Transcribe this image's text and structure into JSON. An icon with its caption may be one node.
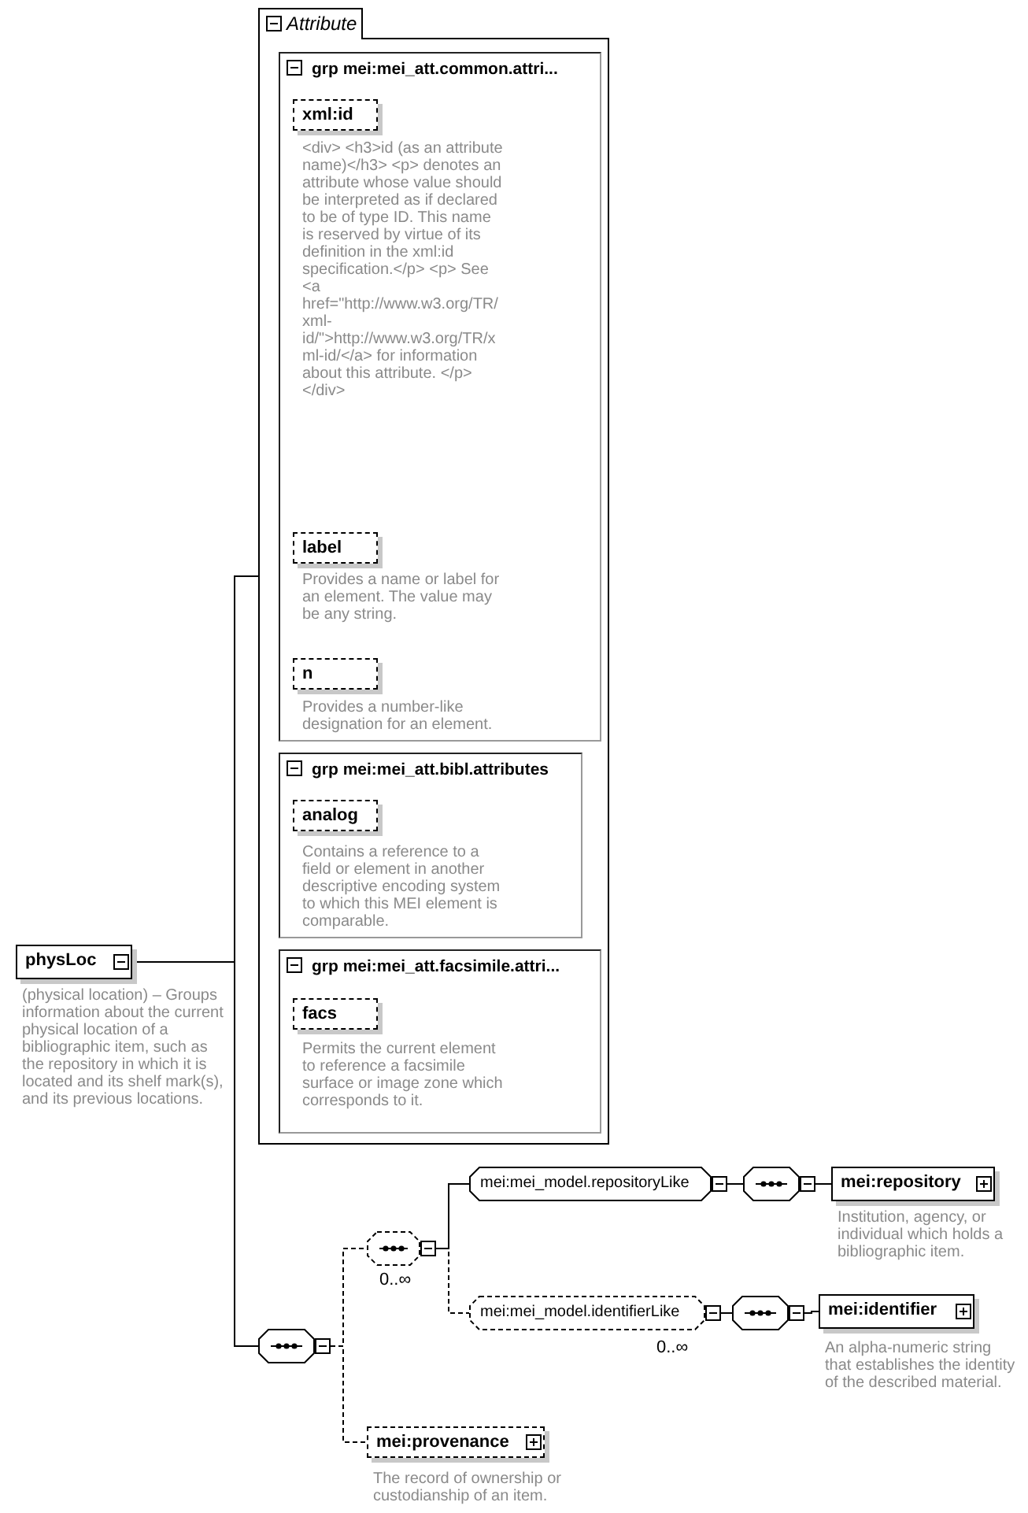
{
  "diagram": {
    "nodes": [
      {
        "text": [
          "physLoc"
        ],
        "beside": [
          "(physical location) – Groups information about the current physical location of a bibliographic item, such as the repository in which it is located and its shelf mark(s), and its previous locations."
        ]
      },
      {
        "text": [
          "Attribute"
        ]
      },
      {
        "text": [
          "grp mei:mei_att.common.attri..."
        ],
        "in": 1
      },
      {
        "text": [
          "xml:id"
        ],
        "in": 2,
        "beside": [
          "<div> <h3>id (as an attribute name)</h3> <p> denotes an attribute whose value should be interpreted as if declared to be of type ID. This name is reserved by virtue of its definition in the xml:id specification.</p> <p> See <a href=\"http://www.w3.org/TR/xml-id/\">http://www.w3.org/TR/xml-id/</a> for information about this attribute. </p> </div>"
        ]
      },
      {
        "text": [
          "label"
        ],
        "in": 2,
        "beside": [
          "Provides a name or label for an element. The value may be any string."
        ]
      },
      {
        "text": [
          "n"
        ],
        "in": 2,
        "beside": [
          "Provides a number-like designation for an element."
        ]
      },
      {
        "text": [
          "grp mei:mei_att.bibl.attributes"
        ],
        "in": 1
      },
      {
        "text": [
          "analog"
        ],
        "in": 6,
        "beside": [
          "Contains a reference to a field or element in another descriptive encoding system to which this MEI element is comparable."
        ]
      },
      {
        "text": [
          "grp mei:mei_att.facsimile.attri..."
        ],
        "in": 1
      },
      {
        "text": [
          "facs"
        ],
        "in": 8,
        "beside": [
          "Permits the current element to reference a facsimile surface or image zone which corresponds to it."
        ]
      },
      {
        "text": [],
        "shape": "octagon"
      },
      {
        "text": [],
        "shape": "octagon",
        "beside": [
          "0..∞"
        ]
      },
      {
        "text": [
          "mei:mei_model.repositoryLike"
        ]
      },
      {
        "text": [],
        "shape": "octagon"
      },
      {
        "text": [
          "mei:repository"
        ],
        "beside": [
          "Institution, agency, or individual which holds a bibliographic item."
        ]
      },
      {
        "text": [
          "mei:mei_model.identifierLike"
        ],
        "beside": [
          "0..∞"
        ]
      },
      {
        "text": [],
        "shape": "octagon"
      },
      {
        "text": [
          "mei:identifier"
        ],
        "beside": [
          "An alpha-numeric string that establishes the identity of the described material."
        ]
      },
      {
        "text": [
          "mei:provenance"
        ],
        "beside": [
          "The record of ownership or custodianship of an item."
        ]
      }
    ],
    "edges": [
      {
        "from": 0,
        "to": 1,
        "arrow": "none"
      },
      {
        "from": 0,
        "to": 10,
        "arrow": "none"
      },
      {
        "from": 10,
        "to": 11,
        "arrow": "none",
        "style": "dashed"
      },
      {
        "from": 10,
        "to": 18,
        "arrow": "none",
        "style": "dashed"
      },
      {
        "from": 11,
        "to": 12,
        "arrow": "none"
      },
      {
        "from": 11,
        "to": 15,
        "arrow": "none",
        "style": "dashed"
      },
      {
        "from": 12,
        "to": 13,
        "arrow": "none"
      },
      {
        "from": 13,
        "to": 14,
        "arrow": "none"
      },
      {
        "from": 15,
        "to": 16,
        "arrow": "none"
      },
      {
        "from": 16,
        "to": 17,
        "arrow": "none"
      }
    ]
  }
}
